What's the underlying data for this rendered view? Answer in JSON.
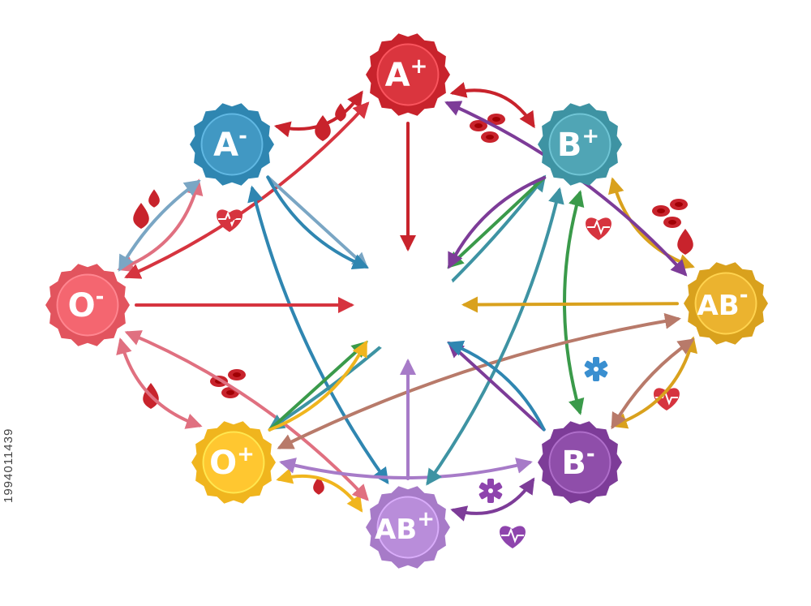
{
  "blood_types": [
    {
      "id": "A+",
      "base": "A",
      "sign": "+",
      "color": "#c8232c"
    },
    {
      "id": "A-",
      "base": "A",
      "sign": "-",
      "color": "#2f86b1"
    },
    {
      "id": "B+",
      "base": "B",
      "sign": "+",
      "color": "#3e93a3"
    },
    {
      "id": "O-",
      "base": "O",
      "sign": "-",
      "color": "#e2545e"
    },
    {
      "id": "AB-",
      "base": "AB",
      "sign": "-",
      "color": "#d9a11d"
    },
    {
      "id": "O+",
      "base": "O",
      "sign": "+",
      "color": "#f0b51e"
    },
    {
      "id": "AB+",
      "base": "AB",
      "sign": "+",
      "color": "#a77bc8"
    },
    {
      "id": "B-",
      "base": "B",
      "sign": "-",
      "color": "#7d3c98"
    }
  ],
  "connections": [
    {
      "from": "A-",
      "to": "A+",
      "color": "#c8232c"
    },
    {
      "from": "A+",
      "to": "B+",
      "color": "#c8232c"
    },
    {
      "from": "O-",
      "to": "A-",
      "color": "#e07080"
    },
    {
      "from": "O-",
      "to": "A-",
      "color": "#7aa6c4"
    },
    {
      "from": "B+",
      "to": "AB-",
      "color": "#d9a11d"
    },
    {
      "from": "AB-",
      "to": "B-",
      "color": "#d9a11d"
    },
    {
      "from": "O-",
      "to": "O+",
      "color": "#e07080"
    },
    {
      "from": "O+",
      "to": "AB+",
      "color": "#f0b51e"
    },
    {
      "from": "AB+",
      "to": "B-",
      "color": "#7d3c98"
    },
    {
      "from": "B-",
      "to": "AB-",
      "color": "#b87a6a"
    },
    {
      "from": "O-",
      "to": "A+",
      "color": "#d6343f"
    },
    {
      "from": "O-",
      "to": "AB+",
      "color": "#e07080"
    },
    {
      "from": "A-",
      "to": "AB+",
      "color": "#2f86b1"
    },
    {
      "from": "B+",
      "to": "O+",
      "color": "#3e93a3"
    },
    {
      "from": "B+",
      "to": "B-",
      "color": "#3a9a4a"
    },
    {
      "from": "A+",
      "to": "AB-",
      "color": "#7d3c98"
    },
    {
      "from": "O+",
      "to": "B-",
      "color": "#a77bc8"
    },
    {
      "from": "O+",
      "to": "AB-",
      "color": "#b87a6a"
    },
    {
      "from": "AB+",
      "to": "B+",
      "color": "#3e93a3"
    }
  ],
  "hub_arrows": [
    {
      "from": "O-",
      "color": "#d6343f"
    },
    {
      "from": "A+",
      "color": "#c8232c"
    },
    {
      "from": "A-",
      "color": "#7aa6c4"
    },
    {
      "from": "A-",
      "color": "#2f86b1"
    },
    {
      "from": "B+",
      "color": "#3a9a4a"
    },
    {
      "from": "B+",
      "color": "#7d3c98"
    },
    {
      "from": "AB-",
      "color": "#d9a11d"
    },
    {
      "from": "O+",
      "color": "#3a9a4a"
    },
    {
      "from": "O+",
      "color": "#f0b51e"
    },
    {
      "from": "AB+",
      "color": "#a77bc8"
    },
    {
      "from": "B-",
      "color": "#7d3c98"
    },
    {
      "from": "B-",
      "color": "#2f86b1"
    }
  ],
  "decorations": [
    {
      "kind": "blood-drop",
      "color": "#c8232c"
    },
    {
      "kind": "red-cells",
      "color": "#c8232c"
    },
    {
      "kind": "heart-pulse",
      "color": "#d6343f"
    },
    {
      "kind": "medical-star",
      "color": "#3a8fd0"
    }
  ],
  "side_code": "1994011439"
}
